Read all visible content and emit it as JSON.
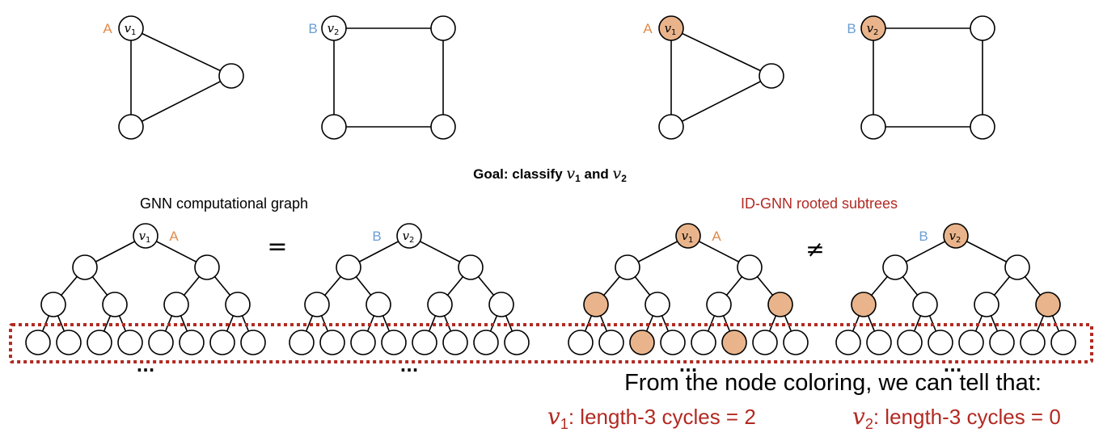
{
  "colors": {
    "node_fill": "#ffffff",
    "node_highlight": "#E9B48B",
    "stroke": "#000000",
    "label_a": "#E08A4A",
    "label_b": "#6A9FD3",
    "accent_red": "#B22A22",
    "dash_box": "#B22A22"
  },
  "top_graphs": [
    {
      "id": "triangle-plain",
      "shape": "triangle",
      "tag": "A",
      "node_label": "v",
      "node_sub": "1",
      "highlight_root": false
    },
    {
      "id": "square-plain",
      "shape": "square",
      "tag": "B",
      "node_label": "v",
      "node_sub": "2",
      "highlight_root": false
    },
    {
      "id": "triangle-colored",
      "shape": "triangle",
      "tag": "A",
      "node_label": "v",
      "node_sub": "1",
      "highlight_root": true
    },
    {
      "id": "square-colored",
      "shape": "square",
      "tag": "B",
      "node_label": "v",
      "node_sub": "2",
      "highlight_root": true
    }
  ],
  "goal": {
    "prefix": "Goal: classify ",
    "v1": "v",
    "v1_sub": "1",
    "mid": " and ",
    "v2": "v",
    "v2_sub": "2"
  },
  "sections": {
    "left_title": "GNN computational graph",
    "right_title": "ID-GNN rooted subtrees",
    "equal_sign": "=",
    "not_equal_sign": "≠"
  },
  "trees": [
    {
      "id": "gnn-v1",
      "tag": "A",
      "tag_side": "right",
      "root_label": "v",
      "root_sub": "1",
      "colored": {
        "root": false,
        "level2": [],
        "leaves": []
      }
    },
    {
      "id": "gnn-v2",
      "tag": "B",
      "tag_side": "left",
      "root_label": "v",
      "root_sub": "2",
      "colored": {
        "root": false,
        "level2": [],
        "leaves": []
      }
    },
    {
      "id": "idgnn-v1",
      "tag": "A",
      "tag_side": "right",
      "root_label": "v",
      "root_sub": "1",
      "colored": {
        "root": true,
        "level2": [
          0,
          3
        ],
        "leaves": [
          2,
          5
        ]
      }
    },
    {
      "id": "idgnn-v2",
      "tag": "B",
      "tag_side": "left",
      "root_label": "v",
      "root_sub": "2",
      "colored": {
        "root": true,
        "level2": [
          0,
          3
        ],
        "leaves": []
      }
    }
  ],
  "ellipsis": "...",
  "conclusion": {
    "text": "From the node coloring, we can tell that:",
    "v1_result": {
      "var": "v",
      "sub": "1",
      "text": ": length-3 cycles = 2"
    },
    "v2_result": {
      "var": "v",
      "sub": "2",
      "text": ": length-3 cycles = 0"
    }
  }
}
